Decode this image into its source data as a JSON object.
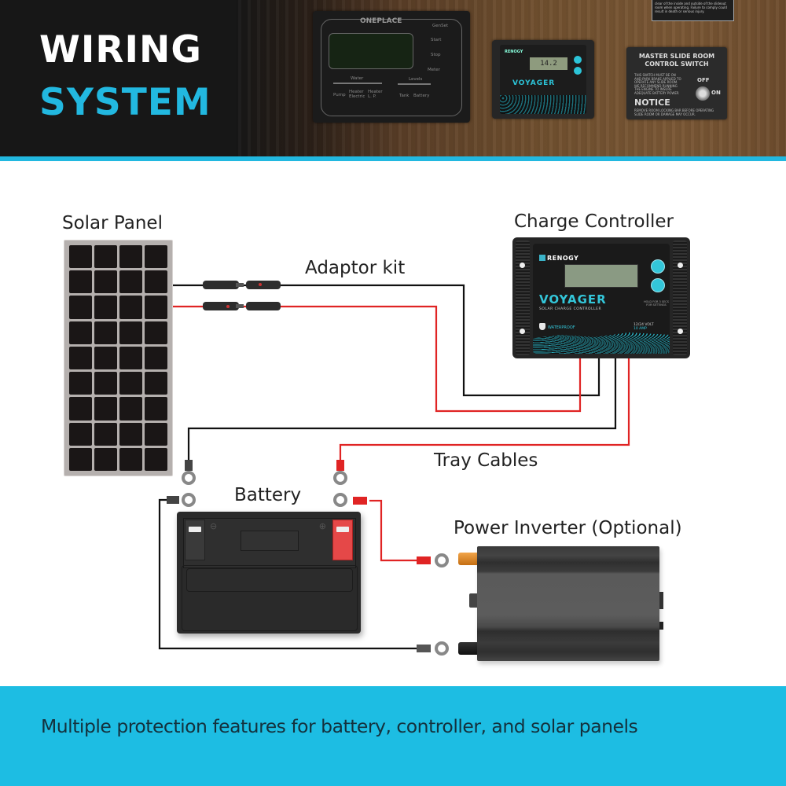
{
  "header": {
    "title_line1": "WIRING",
    "title_line2": "SYSTEM",
    "accent_color": "#22b8e0",
    "background_photo": {
      "oneplace_panel": {
        "brand": "ONEPLACE",
        "buttons": [
          "GenSet",
          "Start",
          "Stop",
          "Meter"
        ],
        "group_water": "Water",
        "group_levels": "Levels",
        "indicators": [
          "Pump",
          "Heater Electric",
          "Heater L. P.",
          "Tank",
          "Battery"
        ]
      },
      "voyager_controller": {
        "brand": "RENOGY",
        "display_value": "14.2",
        "model": "VOYAGER"
      },
      "slide_room_switch": {
        "title_line1": "MASTER SLIDE ROOM",
        "title_line2": "CONTROL SWITCH",
        "instructions": "THIS SWITCH MUST BE ON AND PARK BRAKE APPLIED TO OPERATE ANY SLIDE ROOM. WE RECOMMEND RUNNING THE ENGINE TO INSURE ADEQUATE BATTERY POWER",
        "off_label": "OFF",
        "on_label": "ON",
        "notice_title": "NOTICE",
        "notice_text": "REMOVE ROOM LOCKING BAR BEFORE OPERATING SLIDE ROOM OR DAMAGE MAY OCCUR."
      },
      "warning_sticker": "clear of the inside and outside of the slideout room when operating. Failure to comply could result in death or serious injury."
    }
  },
  "diagram": {
    "labels": {
      "solar_panel": "Solar Panel",
      "adaptor_kit": "Adaptor kit",
      "charge_controller": "Charge Controller",
      "tray_cables": "Tray Cables",
      "battery": "Battery",
      "power_inverter": "Power Inverter (Optional)"
    },
    "solar_panel": {
      "columns": 4,
      "rows": 9
    },
    "charge_controller": {
      "brand": "RENOGY",
      "model": "VOYAGER",
      "subtitle": "SOLAR CHARGE CONTROLLER",
      "waterproof": "WATERPROOF",
      "rating_volt": "12/24 VOLT",
      "rating_amp": "10 AMP",
      "button_note": "HOLD FOR 3 SECS FOR SETTINGS"
    },
    "battery": {
      "negative_symbol": "⊖",
      "positive_symbol": "⊕"
    },
    "wire_colors": {
      "positive": "#e02424",
      "negative": "#111111"
    }
  },
  "footer": {
    "text": "Multiple protection features for battery, controller, and solar panels",
    "background": "#1dbde3"
  }
}
